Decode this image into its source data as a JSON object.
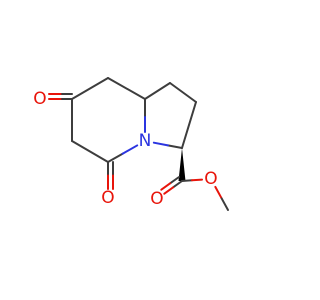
{
  "molecule": {
    "atoms": {
      "n1": {
        "element": "N",
        "label": "N"
      },
      "o_ketone": {
        "element": "O",
        "label": "O"
      },
      "o_lactam": {
        "element": "O",
        "label": "O"
      },
      "o_carbonyl": {
        "element": "O",
        "label": "O"
      },
      "o_ester": {
        "element": "O",
        "label": "O"
      }
    },
    "colors": {
      "carbon_bond": "#3d3d3d",
      "oxygen": "#e8150b",
      "nitrogen": "#2b35e0",
      "wedge": "#000000",
      "background": "#ffffff"
    }
  }
}
